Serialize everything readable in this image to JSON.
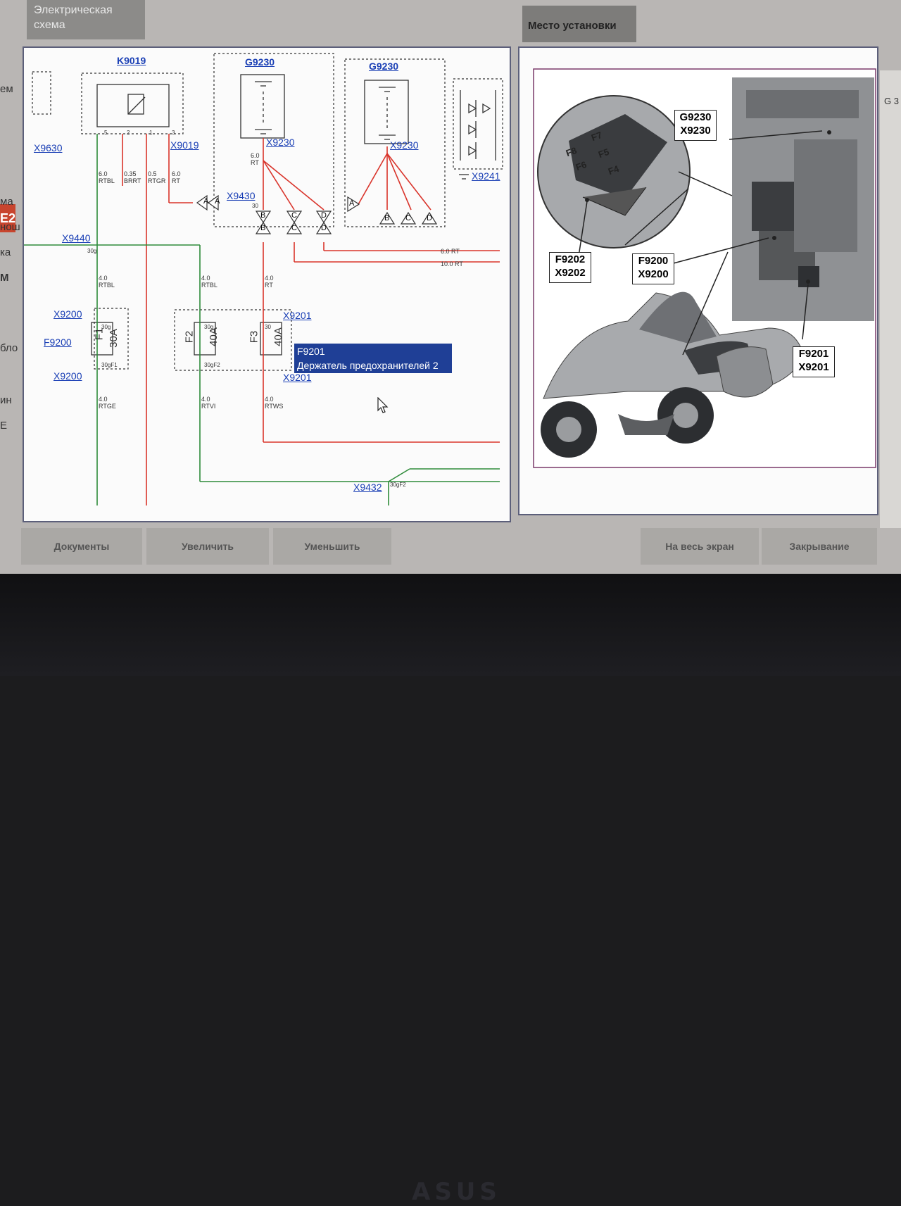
{
  "window": {
    "tab_schema": "Электрическая схема",
    "tab_location": "Место установки"
  },
  "side_left": {
    "badge": "E2",
    "fragments": [
      "ем",
      "ма",
      "нош",
      "ка",
      "М",
      "бло",
      "ин",
      "E"
    ]
  },
  "side_right": {
    "fragment": "G 3"
  },
  "schematic": {
    "components": {
      "k9019": "K9019",
      "g9230_a": "G9230",
      "g9230_b": "G9230",
      "x9630": "X9630",
      "x9019": "X9019",
      "x9230_a": "X9230",
      "x9230_b": "X9230",
      "x9241": "X9241",
      "x9430": "X9430",
      "x9440": "X9440",
      "x9200_top": "X9200",
      "x9200_bot": "X9200",
      "f9200": "F9200",
      "x9201_top": "X9201",
      "x9201_bot": "X9201",
      "x9432": "X9432"
    },
    "fuses": {
      "f1": "F1",
      "f1_rating": "30A",
      "f2": "F2",
      "f2_rating": "40A",
      "f3": "F3",
      "f3_rating": "40A"
    },
    "connectors": {
      "a": "A",
      "b": "B",
      "c": "C",
      "d": "D"
    },
    "wires": {
      "w1_size": "6.0",
      "w1_color": "RTBL",
      "w2_size": "0.35",
      "w2_color": "BRRT",
      "w3_size": "0.5",
      "w3_color": "RTGR",
      "w4_size": "6.0",
      "w4_color": "RT",
      "w5_size": "6.0",
      "w5_color": "RT",
      "w6": "6.0 RT",
      "w7": "10.0 RT",
      "w8_size": "4.0",
      "w8_color": "RTBL",
      "w9_size": "4.0",
      "w9_color": "RTBL",
      "w10_size": "4.0",
      "w10_color": "RT",
      "w11_size": "4.0",
      "w11_color": "RTGE",
      "w12_size": "4.0",
      "w12_color": "RTVI",
      "w13_size": "4.0",
      "w13_color": "RTWS"
    },
    "pins": {
      "p30": "30",
      "p30g": "30g",
      "p30gf2": "30gF2",
      "p30gf1": "30gF1",
      "p2": "2",
      "p1": "1",
      "p5": "5",
      "p3": "3"
    }
  },
  "tooltip": {
    "id": "F9201",
    "text": "Держатель предохранителей 2"
  },
  "location": {
    "callouts": {
      "g9230": "G9230",
      "x9230": "X9230",
      "f9202": "F9202",
      "x9202": "X9202",
      "f9200": "F9200",
      "x9200": "X9200",
      "f9201": "F9201",
      "x9201": "X9201"
    },
    "fuse_marks": [
      "F8",
      "F7",
      "F6",
      "F5",
      "F4"
    ]
  },
  "buttons": {
    "documents": "Документы",
    "zoom_in": "Увеличить",
    "zoom_out": "Уменьшить",
    "fullscreen": "На весь экран",
    "close": "Закрывание"
  },
  "bezel": {
    "brand": "ASUS"
  },
  "colors": {
    "wire_red": "#d9342b",
    "wire_green": "#2e8b3a",
    "link_blue": "#1a3fb5",
    "tooltip": "#1f3f96"
  }
}
